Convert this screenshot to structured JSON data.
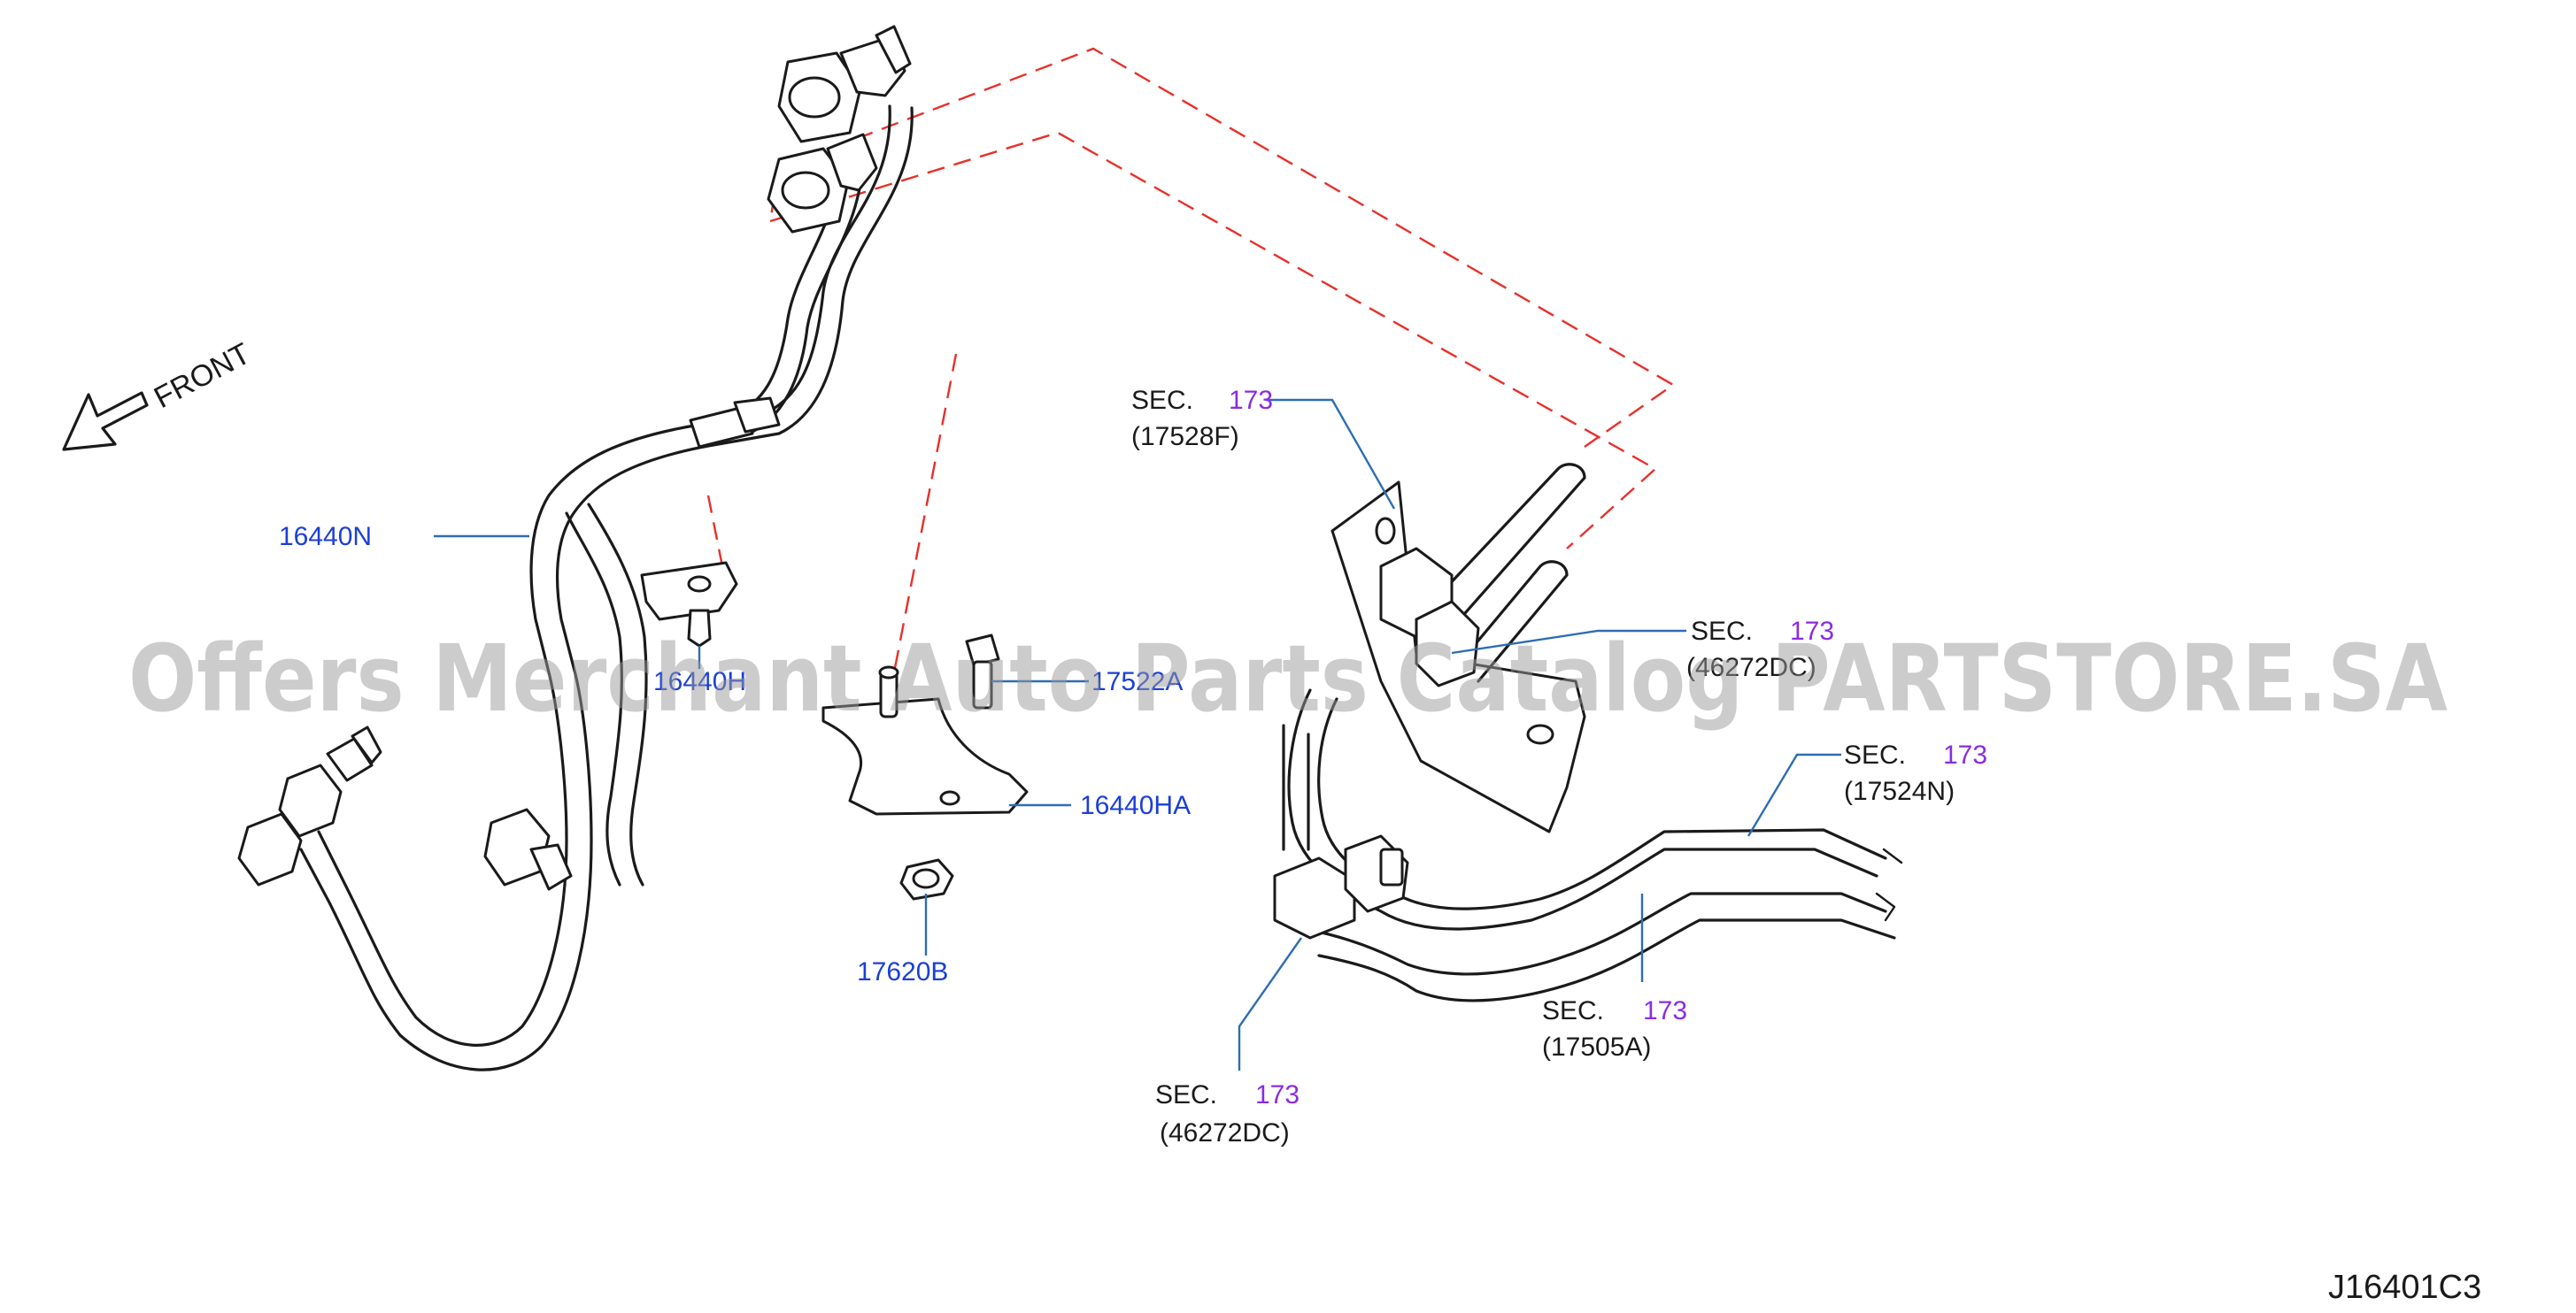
{
  "front_label": "FRONT",
  "diagram_code": "J16401C3",
  "watermark": "Offers Merchant Auto Parts Catalog PARTSTORE.SA",
  "parts": {
    "p16440N": "16440N",
    "p16440H": "16440H",
    "p17522A": "17522A",
    "p16440HA": "16440HA",
    "p17620B": "17620B"
  },
  "section_refs": [
    {
      "sec": "SEC.",
      "num": "173",
      "code": "(17528F)"
    },
    {
      "sec": "SEC.",
      "num": "173",
      "code": "(46272DC)"
    },
    {
      "sec": "SEC.",
      "num": "173",
      "code": "(17524N)"
    },
    {
      "sec": "SEC.",
      "num": "173",
      "code": "(17505A)"
    },
    {
      "sec": "SEC.",
      "num": "173",
      "code": "(46272DC)"
    }
  ],
  "colors": {
    "part_number": "#1c3fd6",
    "section_number": "#8a2be2",
    "leader_line": "#2d6db3",
    "phantom_line": "#e8302a",
    "line_art": "#1a1a1a"
  }
}
